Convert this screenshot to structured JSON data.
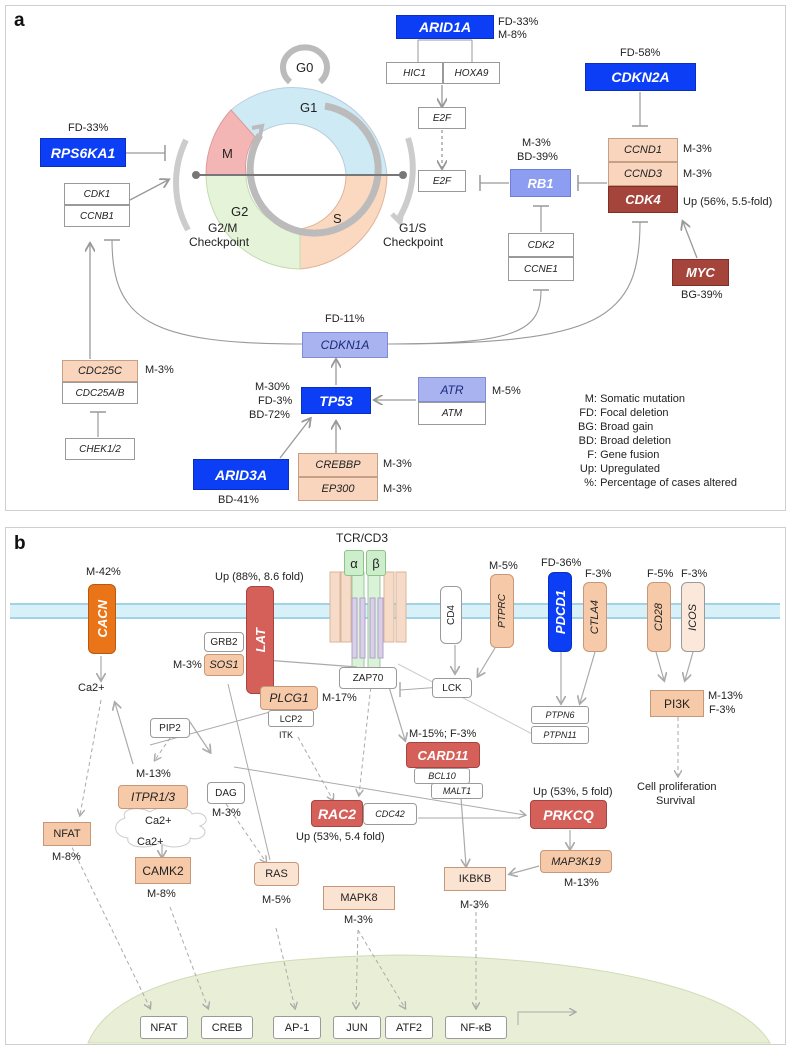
{
  "panel_a": {
    "letter": "a",
    "cycle": {
      "g0": "G0",
      "g1": "G1",
      "s": "S",
      "g2": "G2",
      "m": "M",
      "g2m_checkpoint": [
        "G2/M",
        "Checkpoint"
      ],
      "g1s_checkpoint": [
        "G1/S",
        "Checkpoint"
      ]
    },
    "genes": {
      "arid1a": "ARID1A",
      "arid1a_stats": [
        "FD-33%",
        "M-8%"
      ],
      "hic1": "HIC1",
      "hoxa9": "HOXA9",
      "e2f_top": "E2F",
      "e2f_mid": "E2F",
      "cdkn2a": "CDKN2A",
      "cdkn2a_stats": "FD-58%",
      "rps6ka1": "RPS6KA1",
      "rps6ka1_stats": "FD-33%",
      "rb1": "RB1",
      "rb1_stats": [
        "M-3%",
        "BD-39%"
      ],
      "ccnd1": "CCND1",
      "ccnd1_stats": "M-3%",
      "ccnd3": "CCND3",
      "ccnd3_stats": "M-3%",
      "cdk4": "CDK4",
      "cdk4_stats": "Up (56%, 5.5-fold)",
      "cdk1": "CDK1",
      "ccnb1": "CCNB1",
      "cdk2": "CDK2",
      "ccne1": "CCNE1",
      "myc": "MYC",
      "myc_stats": "BG-39%",
      "cdkn1a": "CDKN1A",
      "cdkn1a_stats": "FD-11%",
      "cdc25c": "CDC25C",
      "cdc25c_stats": "M-3%",
      "cdc25ab": "CDC25A/B",
      "chek12": "CHEK1/2",
      "tp53": "TP53",
      "tp53_stats": [
        "M-30%",
        "FD-3%",
        "BD-72%"
      ],
      "atr": "ATR",
      "atr_stats": "M-5%",
      "atm": "ATM",
      "arid3a": "ARID3A",
      "arid3a_stats": "BD-41%",
      "crebbp": "CREBBP",
      "crebbp_stats": "M-3%",
      "ep300": "EP300",
      "ep300_stats": "M-3%"
    },
    "legend": [
      {
        "key": "M:",
        "text": "Somatic mutation"
      },
      {
        "key": "FD:",
        "text": "Focal deletion"
      },
      {
        "key": "BG:",
        "text": "Broad gain"
      },
      {
        "key": "BD:",
        "text": "Broad deletion"
      },
      {
        "key": "F:",
        "text": "Gene fusion"
      },
      {
        "key": "Up:",
        "text": "Upregulated"
      },
      {
        "key": "%:",
        "text": "Percentage of cases altered"
      }
    ]
  },
  "panel_b": {
    "letter": "b",
    "tcr": "TCR/CD3",
    "alpha": "α",
    "beta": "β",
    "cacn": "CACN",
    "cacn_stats": "M-42%",
    "lat": "LAT",
    "lat_stats": "Up (88%, 8.6 fold)",
    "grb2": "GRB2",
    "sos1": "SOS1",
    "sos1_stats": "M-3%",
    "zap70": "ZAP70",
    "cd4": "CD4",
    "ptprc": "PTPRC",
    "ptprc_stats": "M-5%",
    "lck": "LCK",
    "pdcd1": "PDCD1",
    "pdcd1_stats": "FD-36%",
    "ctla4": "CTLA4",
    "ctla4_stats": "F-3%",
    "cd28": "CD28",
    "cd28_stats": "F-5%",
    "icos": "ICOS",
    "icos_stats": "F-3%",
    "plcg1": "PLCG1",
    "plcg1_stats": "M-17%",
    "lcp2": "LCP2",
    "itk": "ITK",
    "pip2": "PIP2",
    "ca_top": "Ca2+",
    "ptpn6": "PTPN6",
    "ptpn11": "PTPN11",
    "pi3k": "PI3K",
    "pi3k_stats": [
      "M-13%",
      "F-3%"
    ],
    "card11": "CARD11",
    "card11_stats": "M-15%; F-3%",
    "bcl10": "BCL10",
    "malt1": "MALT1",
    "itpr13": "ITPR1/3",
    "itpr13_stats": "M-13%",
    "dag": "DAG",
    "dag_stats": "M-3%",
    "ca_er1": "Ca2+",
    "ca_er2": "Ca2+",
    "nfat": "NFAT",
    "nfat_stats": "M-8%",
    "rac2": "RAC2",
    "cdc42": "CDC42",
    "rac2_stats": "Up (53%, 5.4 fold)",
    "prkcq": "PRKCQ",
    "prkcq_stats": "Up (53%, 5 fold)",
    "map3k19": "MAP3K19",
    "map3k19_stats": "M-13%",
    "cell_prolif": [
      "Cell proliferation",
      "Survival"
    ],
    "camk2": "CAMK2",
    "camk2_stats": "M-8%",
    "ras": "RAS",
    "ras_stats": "M-5%",
    "mapk8": "MAPK8",
    "mapk8_stats": "M-3%",
    "ikbkb": "IKBKB",
    "ikbkb_stats": "M-3%",
    "nucleus": [
      "NFAT",
      "CREB",
      "AP-1",
      "JUN",
      "ATF2",
      "NF-κB"
    ]
  }
}
